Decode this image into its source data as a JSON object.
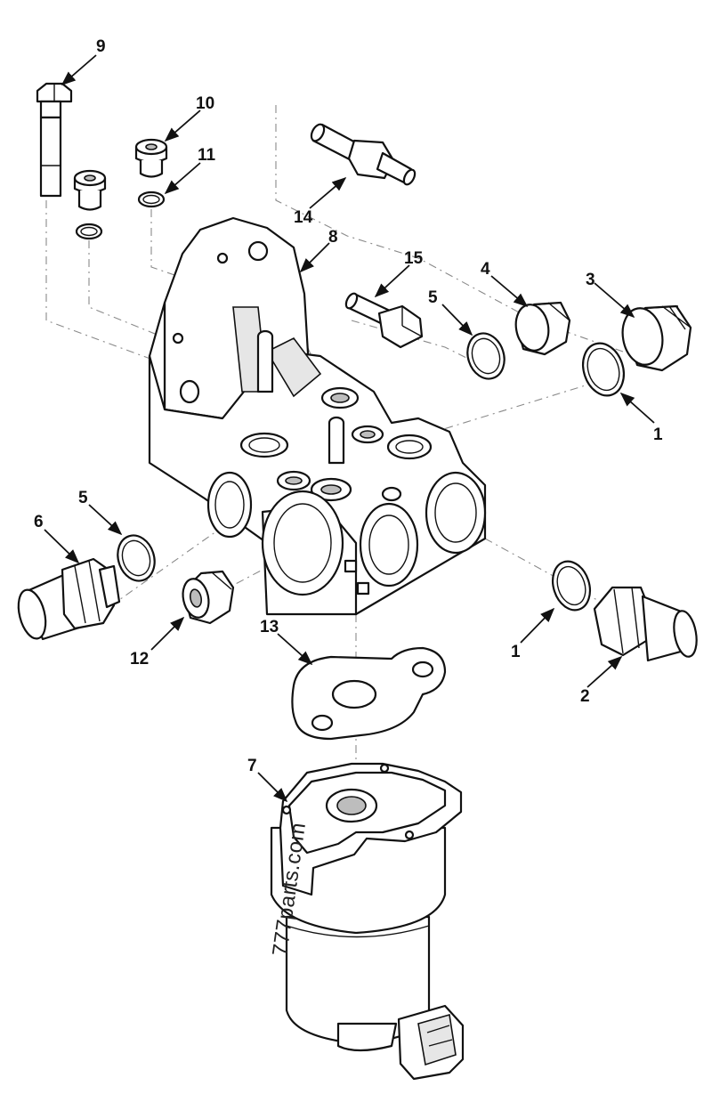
{
  "diagram": {
    "callouts": {
      "c1a": "1",
      "c1b": "1",
      "c2": "2",
      "c3": "3",
      "c4": "4",
      "c5a": "5",
      "c5b": "5",
      "c6": "6",
      "c7": "7",
      "c8": "8",
      "c9": "9",
      "c10": "10",
      "c11": "11",
      "c12": "12",
      "c13": "13",
      "c14": "14",
      "c15": "15"
    },
    "watermark": "777parts.com",
    "colors": {
      "line": "#111111",
      "centerline": "#8a8a8a",
      "background": "#ffffff"
    }
  }
}
